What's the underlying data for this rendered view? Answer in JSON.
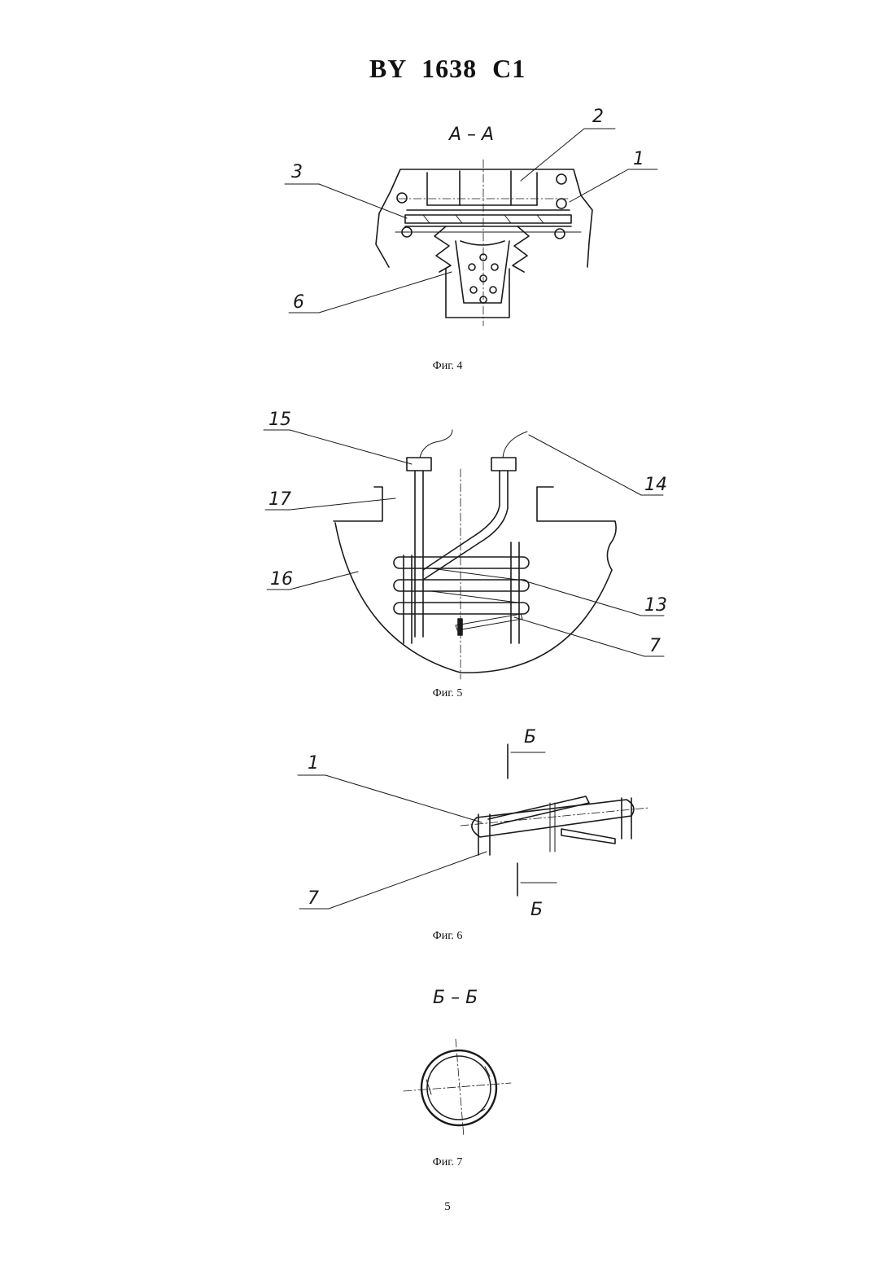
{
  "header": {
    "doc_number": "BY 1638 C1"
  },
  "figures": [
    {
      "caption": "Фиг. 4",
      "section_label": "А – А",
      "callouts": [
        "2",
        "1",
        "3",
        "6"
      ]
    },
    {
      "caption": "Фиг. 5",
      "section_label": "",
      "callouts": [
        "15",
        "14",
        "17",
        "16",
        "13",
        "7"
      ]
    },
    {
      "caption": "Фиг. 6",
      "section_label": "",
      "callouts": [
        "Б",
        "Б",
        "1",
        "7"
      ]
    },
    {
      "caption": "Фиг. 7",
      "section_label": "Б – Б",
      "callouts": []
    }
  ],
  "page_number": "5"
}
